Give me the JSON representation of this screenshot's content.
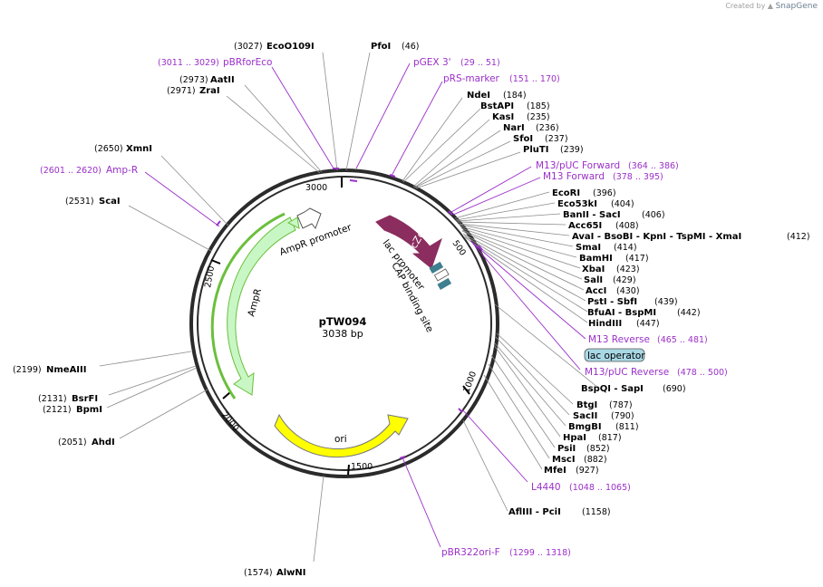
{
  "credit": {
    "created_by": "Created by",
    "brand": "SnapGene"
  },
  "plasmid": {
    "name": "pTW094",
    "size": "3038 bp"
  },
  "ticks": [
    "500",
    "1000",
    "1500",
    "2000",
    "2500",
    "3000"
  ],
  "feature_labels": {
    "lacz": "lacZα",
    "lac_promoter": "lac promoter",
    "cap_site": "CAP binding site",
    "ampr_promoter": "AmpR promoter",
    "ampr": "AmpR",
    "ori": "ori",
    "lac_operator": "lac operator"
  },
  "left_sites": [
    {
      "pos": "(3027)",
      "name": "EcoO109I"
    },
    {
      "pos": "(2973)",
      "name": "AatII"
    },
    {
      "pos": "(2971)",
      "name": "ZraI"
    },
    {
      "pos": "(2650)",
      "name": "XmnI"
    },
    {
      "pos": "(2531)",
      "name": "ScaI"
    },
    {
      "pos": "(2199)",
      "name": "NmeAIII"
    },
    {
      "pos": "(2131)",
      "name": "BsrFI"
    },
    {
      "pos": "(2121)",
      "name": "BpmI"
    },
    {
      "pos": "(2051)",
      "name": "AhdI"
    },
    {
      "pos": "(1574)",
      "name": "AlwNI"
    }
  ],
  "left_primers": [
    {
      "pos": "(3011 .. 3029)",
      "name": "pBRforEco"
    },
    {
      "pos": "(2601 .. 2620)",
      "name": "Amp-R"
    }
  ],
  "top_sites": [
    {
      "name": "PfoI",
      "pos": "(46)"
    }
  ],
  "top_primers": [
    {
      "name": "pGEX 3'",
      "pos": "(29 .. 51)"
    },
    {
      "name": "pRS-marker",
      "pos": "(151 .. 170)"
    }
  ],
  "right_sites": [
    {
      "name": "NdeI",
      "pos": "(184)"
    },
    {
      "name": "BstAPI",
      "pos": "(185)"
    },
    {
      "name": "KasI",
      "pos": "(235)"
    },
    {
      "name": "NarI",
      "pos": "(236)"
    },
    {
      "name": "SfoI",
      "pos": "(237)"
    },
    {
      "name": "PluTI",
      "pos": "(239)"
    }
  ],
  "right_primers_a": [
    {
      "name": "M13/pUC Forward",
      "pos": "(364 .. 386)"
    },
    {
      "name": "M13 Forward",
      "pos": "(378 .. 395)"
    }
  ],
  "mcs_lines": [
    "EcoRI",
    "Eco53kI",
    "BanII - SacI",
    "Acc65I",
    "AvaI - BsoBI - KpnI - TspMI - XmaI",
    "SmaI",
    "BamHI",
    "XbaI",
    "SalI",
    "AccI",
    "PstI - SbfI",
    "BfuAI - BspMI",
    "HindIII"
  ],
  "mcs_pos": [
    "(396)",
    "(404)",
    "(406)",
    "(408)",
    "(412)",
    "(414)",
    "(417)",
    "(423)",
    "(429)",
    "(430)",
    "(439)",
    "(442)",
    "(447)"
  ],
  "right_primers_b": [
    {
      "name": "M13 Reverse",
      "pos": "(465 .. 481)"
    },
    {
      "name": "M13/pUC Reverse",
      "pos": "(478 .. 500)"
    }
  ],
  "right_sites_b": [
    {
      "name": "BspQI - SapI",
      "pos": "(690)"
    },
    {
      "name": "BtgI",
      "pos": "(787)"
    },
    {
      "name": "SacII",
      "pos": "(790)"
    },
    {
      "name": "BmgBI",
      "pos": "(811)"
    },
    {
      "name": "HpaI",
      "pos": "(817)"
    },
    {
      "name": "PsiI",
      "pos": "(852)"
    },
    {
      "name": "MscI",
      "pos": "(882)"
    },
    {
      "name": "MfeI",
      "pos": "(927)"
    }
  ],
  "bottom_primer": {
    "name": "L4440",
    "pos": "(1048 .. 1065)"
  },
  "bottom_site": {
    "name": "AflIII - PciI",
    "pos": "(1158)"
  },
  "bottom_primer2": {
    "name": "pBR322ori-F",
    "pos": "(1299 .. 1318)"
  },
  "colors": {
    "backbone": "#2b2b2b",
    "lacz": "#8b2d5e",
    "ampr_fill": "#c8f7c5",
    "ampr_edge": "#6bbf3d",
    "ori": "#ffff00",
    "cap": "#3f7f8f",
    "primer": "#9b2fc9",
    "lac_operator": "#a9d8e5"
  }
}
